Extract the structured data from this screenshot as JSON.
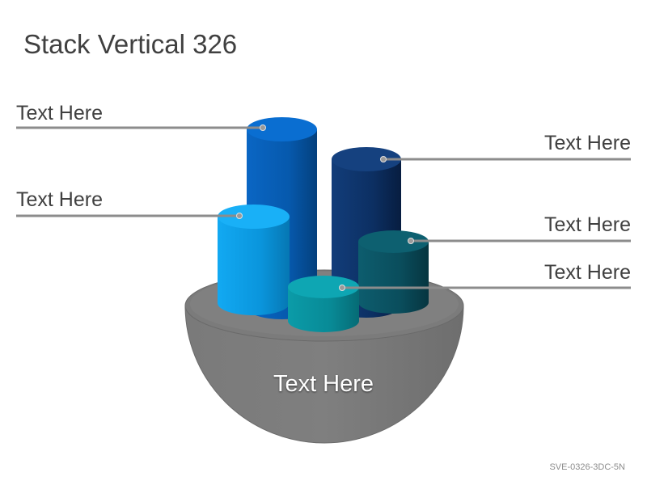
{
  "title": "Stack Vertical 326",
  "labels": {
    "left_top": "Text Here",
    "left_middle": "Text Here",
    "right_top": "Text Here",
    "right_middle": "Text Here",
    "right_bottom": "Text Here",
    "center": "Text Here"
  },
  "footer_code": "SVE-0326-3DC-5N",
  "colors": {
    "bowl": "#7f7f7f",
    "cylinder_blue": "#0563c1",
    "cylinder_navy": "#0d3570",
    "cylinder_light_blue": "#0ea5ef",
    "cylinder_dark_teal": "#0b5566",
    "cylinder_teal": "#0b96a3",
    "connector": "#8c8c8c"
  }
}
